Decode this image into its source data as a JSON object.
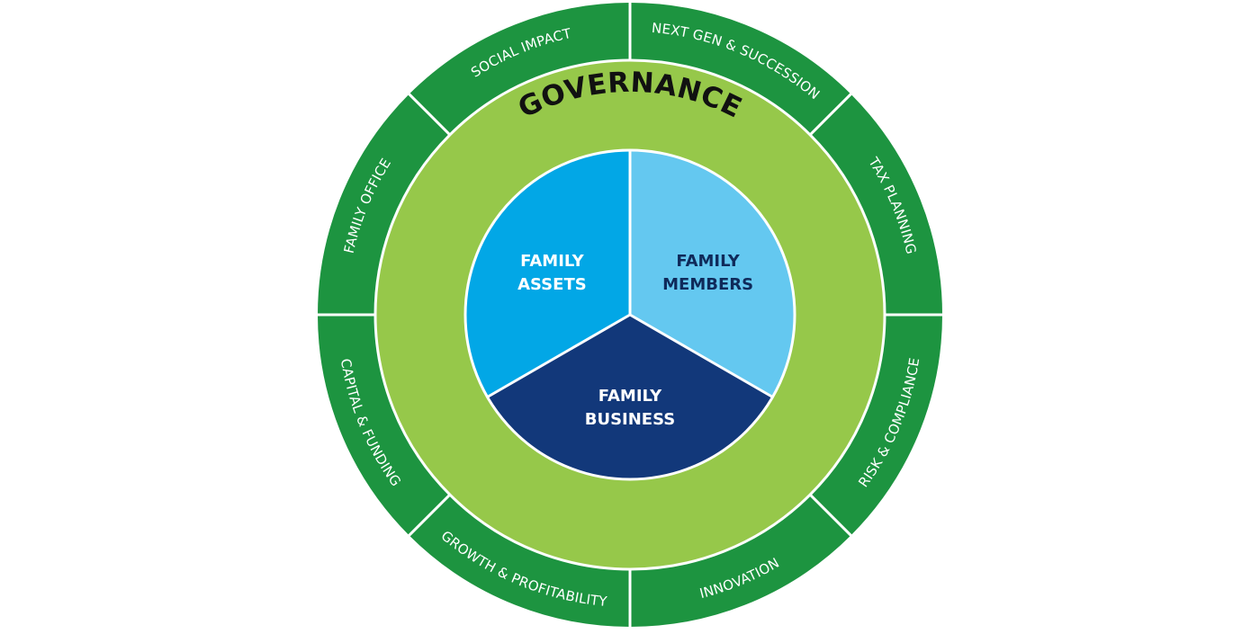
{
  "diagram": {
    "outer_ring": [
      "NEXT GEN & SUCCESSION",
      "TAX PLANNING",
      "RISK & COMPLIANCE",
      "INNOVATION",
      "GROWTH & PROFITABILITY",
      "CAPITAL & FUNDING",
      "FAMILY OFFICE",
      "SOCIAL IMPACT"
    ],
    "middle_ring": "GOVERNANCE",
    "core": [
      {
        "line1": "FAMILY",
        "line2": "MEMBERS",
        "color": "#64c8f0",
        "text_color": "#0f2a5a"
      },
      {
        "line1": "FAMILY",
        "line2": "BUSINESS",
        "color": "#12387a",
        "text_color": "#ffffff"
      },
      {
        "line1": "FAMILY",
        "line2": "ASSETS",
        "color": "#02a7e6",
        "text_color": "#ffffff"
      }
    ],
    "colors": {
      "outer": "#1d9440",
      "middle": "#96c84a",
      "separator": "#ffffff"
    }
  }
}
